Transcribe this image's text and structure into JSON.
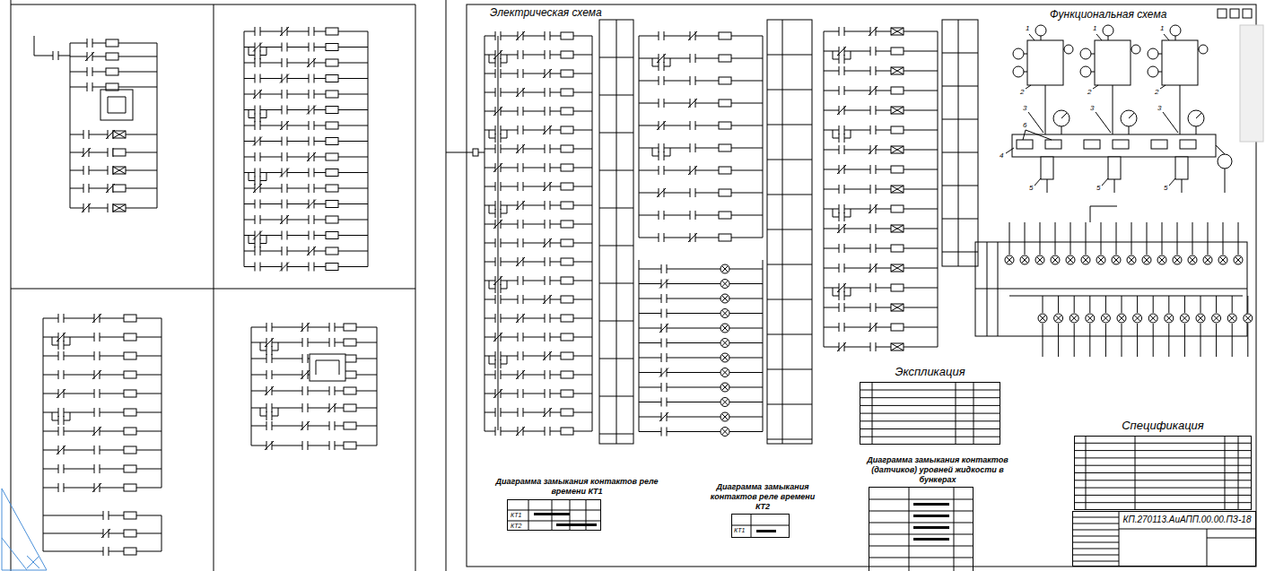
{
  "diagram": {
    "nodes": [
      {
        "text": [
          "Диаграмма замыкания контактов реле времени КТ1"
        ]
      },
      {
        "text": [
          "Диаграмма замыкания контактов реле времени КТ2"
        ]
      },
      {
        "text": [
          "Экспликация"
        ]
      },
      {
        "text": [
          "Диаграмма замыкания контактов (датчиков) уровней жидкости в бункерах"
        ]
      },
      {
        "text": [
          "Спецификация"
        ]
      },
      {
        "text": [
          "КП.270113.АиАПП.00.00.ПЗ-18"
        ]
      }
    ],
    "labels": [
      "Электрическая схема",
      "Функциональная схема",
      "1",
      "1",
      "1",
      "2",
      "2",
      "2",
      "3",
      "3",
      "3",
      "4",
      "5",
      "5",
      "5",
      "6",
      "КТ1",
      "КТ2",
      "КТ1"
    ]
  }
}
